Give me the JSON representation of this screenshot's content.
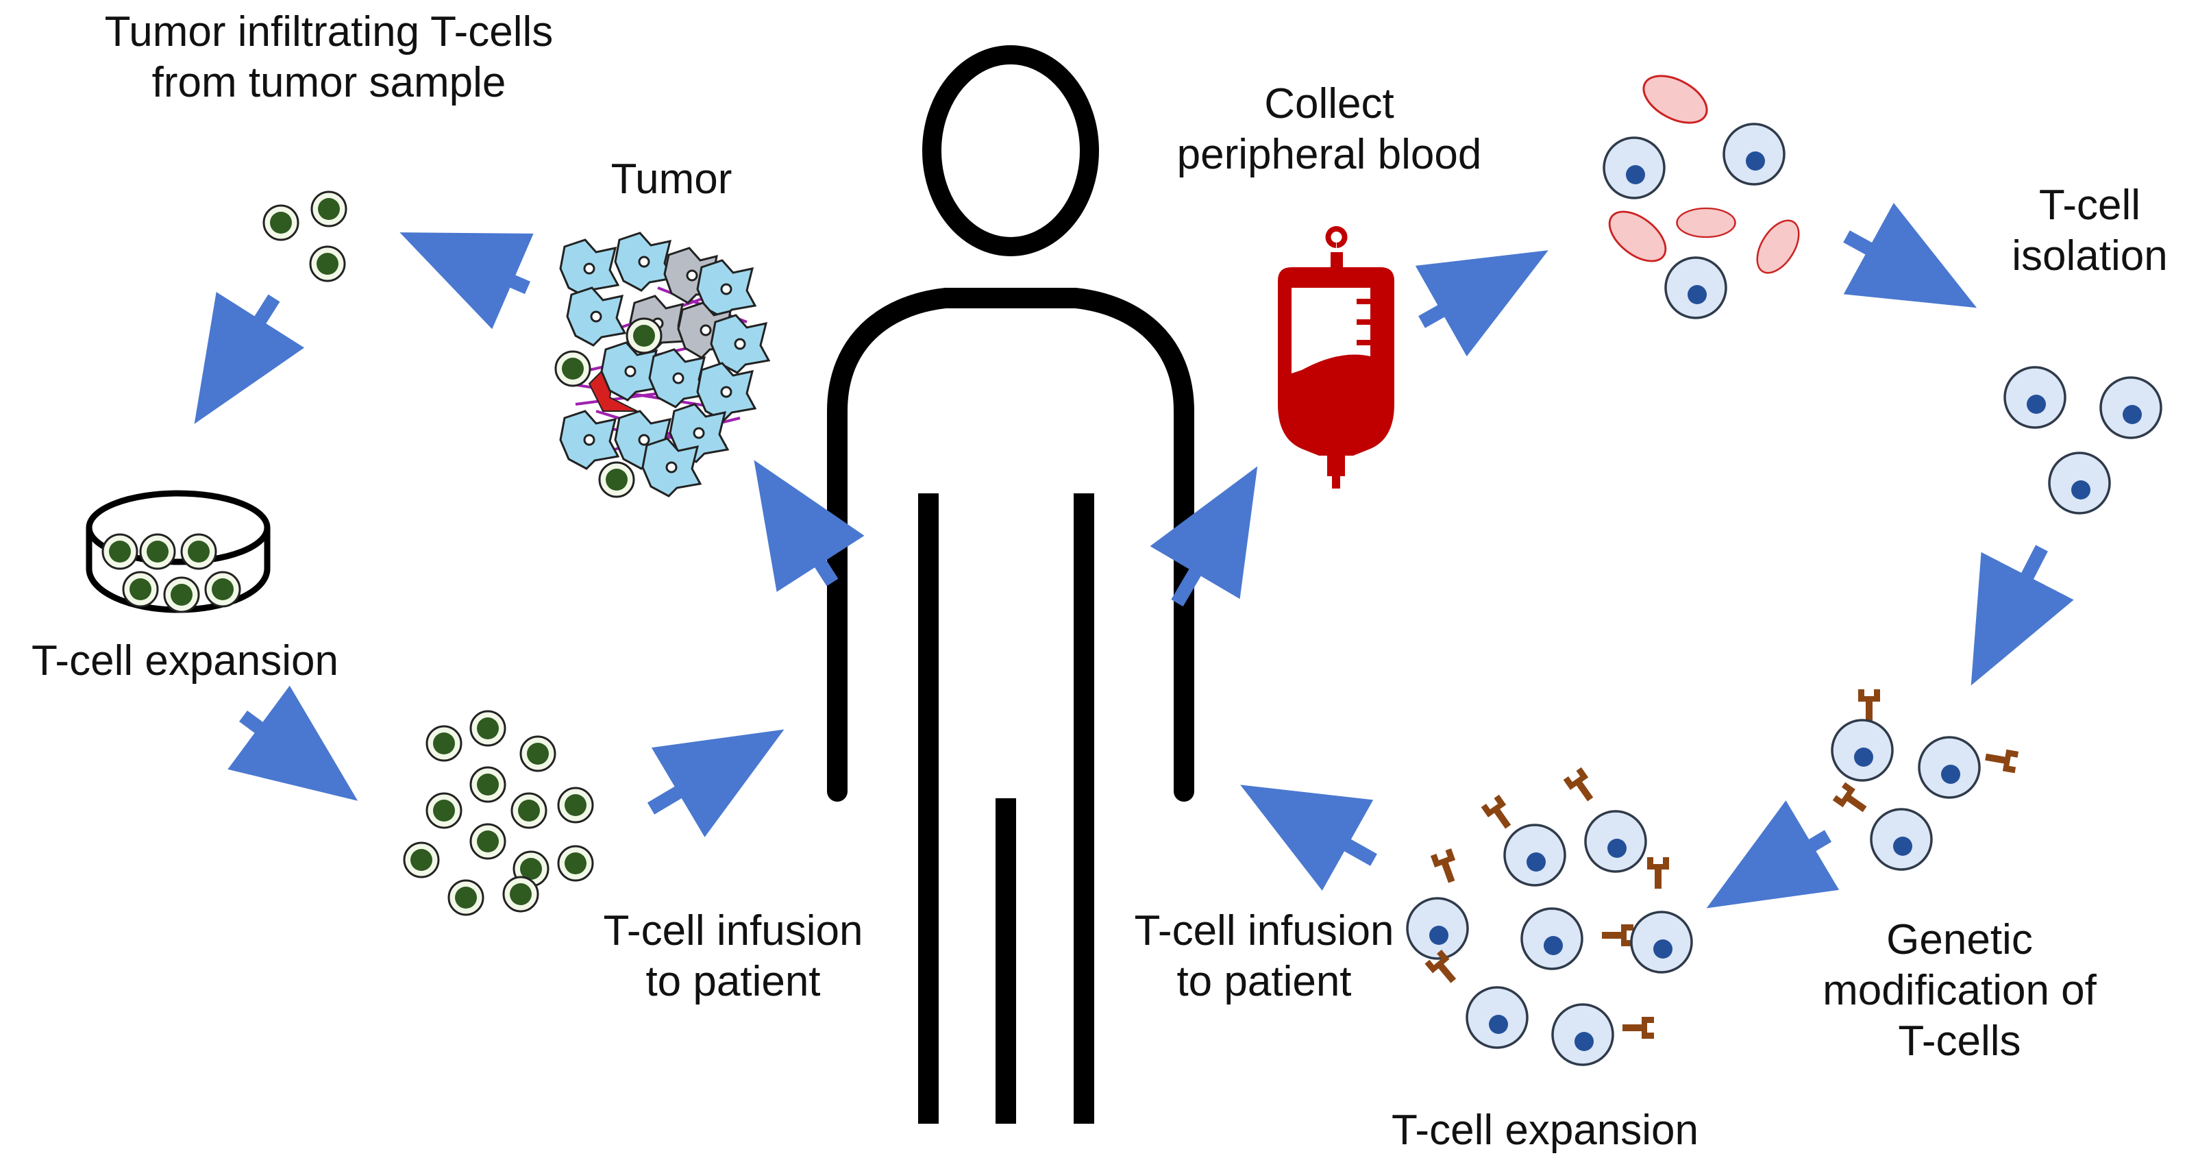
{
  "colors": {
    "arrow": "#4a78d0",
    "outline": "#000000",
    "til_cell_fill": "#2f5a20",
    "til_cell_ring": "#dfeccb",
    "t_cell_fill": "#dbe6f6",
    "t_cell_stroke": "#333333",
    "t_cell_nucleus": "#24509a",
    "rbc_fill": "#f7c9c9",
    "rbc_stroke": "#cc2222",
    "blood_bag": "#c00000",
    "receptor": "#8b4513",
    "tumor_cell": "#9fd8ee",
    "tumor_gray": "#b8bcc4",
    "tumor_fiber": "#a020b0"
  },
  "labels": {
    "til_title": [
      "Tumor infiltrating T-cells",
      "from tumor sample"
    ],
    "tumor": "Tumor",
    "collect_blood": [
      "Collect",
      "peripheral blood"
    ],
    "tcell_isolation": [
      "T-cell",
      "isolation"
    ],
    "left_expansion": "T-cell expansion",
    "left_infusion": [
      "T-cell infusion",
      "to patient"
    ],
    "right_infusion": [
      "T-cell infusion",
      "to patient"
    ],
    "right_expansion": "T-cell expansion",
    "genetic_mod": [
      "Genetic",
      "modification of",
      "T-cells"
    ]
  },
  "icons": [
    "person-silhouette-icon",
    "tumor-mass-icon",
    "blood-bag-icon",
    "petri-dish-icon",
    "til-cell-icon",
    "t-cell-icon",
    "red-blood-cell-icon",
    "modified-t-cell-icon",
    "receptor-icon",
    "arrow-icon"
  ]
}
